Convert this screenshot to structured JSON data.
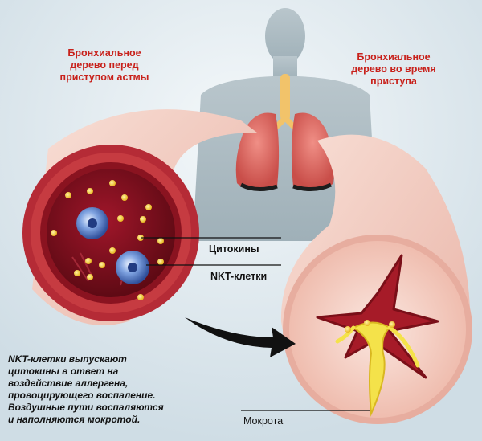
{
  "titles": {
    "before": "Бронхиальное\nдерево перед\nприступом астмы",
    "during": "Бронхиальное\nдерево во время\nприступа"
  },
  "labels": {
    "cytokines": "Цитокины",
    "nkt_cells": "NKT-клетки",
    "sputum": "Мокрота"
  },
  "caption": "NKT-клетки выпускают\nцитокины в ответ на\nвоздействие аллергена,\nпровоцирующего воспаление.\nВоздушные пути воспаляются\nи наполняются мокротой.",
  "colors": {
    "title_red": "#c8211b",
    "background": "#dfe9ee",
    "tissue_pink": "#f3cfc3",
    "airway_dark": "#7a0f18",
    "cytokine_yellow": "#f6d23a",
    "cell_blue": "#4d78c4",
    "sputum_yellow": "#f4e24a"
  }
}
